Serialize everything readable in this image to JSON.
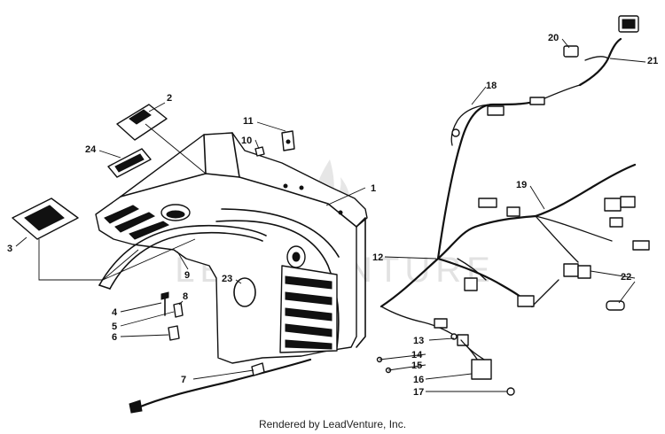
{
  "watermark": {
    "text": "LEADVENTURE"
  },
  "footer": {
    "credit": "Rendered by LeadVenture, Inc."
  },
  "callouts": {
    "c1": "1",
    "c2": "2",
    "c3": "3",
    "c4": "4",
    "c5": "5",
    "c6": "6",
    "c7": "7",
    "c8": "8",
    "c9": "9",
    "c10": "10",
    "c11": "11",
    "c12": "12",
    "c13": "13",
    "c14": "14",
    "c15": "15",
    "c16": "16",
    "c17": "17",
    "c18": "18",
    "c19": "19",
    "c20": "20",
    "c21": "21",
    "c22": "22",
    "c23": "23",
    "c24": "24"
  }
}
